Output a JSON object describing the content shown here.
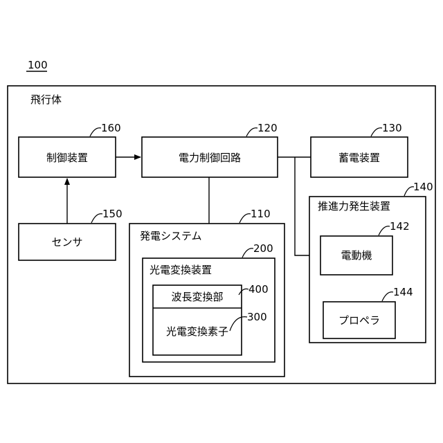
{
  "figure_ref": "100",
  "outer": {
    "title": "飛行体"
  },
  "blocks": {
    "controller": {
      "label": "制御装置",
      "ref": "160"
    },
    "power_ctrl": {
      "label": "電力制御回路",
      "ref": "120"
    },
    "storage": {
      "label": "蓄電装置",
      "ref": "130"
    },
    "sensor": {
      "label": "センサ",
      "ref": "150"
    },
    "power_gen_system": {
      "label": "発電システム",
      "ref": "110"
    },
    "pv_device": {
      "label": "光電変換装置",
      "ref": "200"
    },
    "wavelength_conv": {
      "label": "波長変換部",
      "ref": "400"
    },
    "pv_element": {
      "label": "光電変換素子",
      "ref": "300"
    },
    "propulsion": {
      "label": "推進力発生装置",
      "ref": "140"
    },
    "motor": {
      "label": "電動機",
      "ref": "142"
    },
    "propeller": {
      "label": "プロペラ",
      "ref": "144"
    }
  }
}
